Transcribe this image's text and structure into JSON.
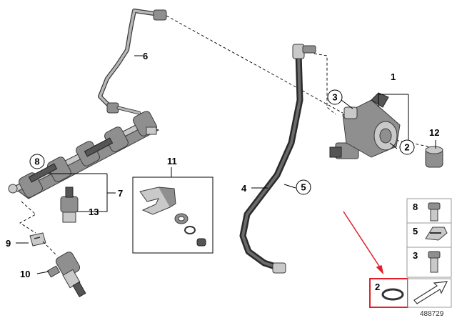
{
  "callouts": {
    "part_1": "1",
    "part_2_on_pump": "2",
    "part_3_on_pump": "3",
    "part_4": "4",
    "part_5_on_line": "5",
    "part_6": "6",
    "part_7": "7",
    "part_8_on_rail": "8",
    "part_9": "9",
    "part_10": "10",
    "part_11": "11",
    "part_12": "12",
    "part_13": "13"
  },
  "legend": {
    "items": [
      {
        "label": "8"
      },
      {
        "label": "5"
      },
      {
        "label": "3"
      },
      {
        "label": "2"
      }
    ]
  },
  "reference_number": "488729",
  "colors": {
    "highlight": "#e0202a",
    "part_fill": "#8f8f8f",
    "outline": "#3a3a3a"
  }
}
